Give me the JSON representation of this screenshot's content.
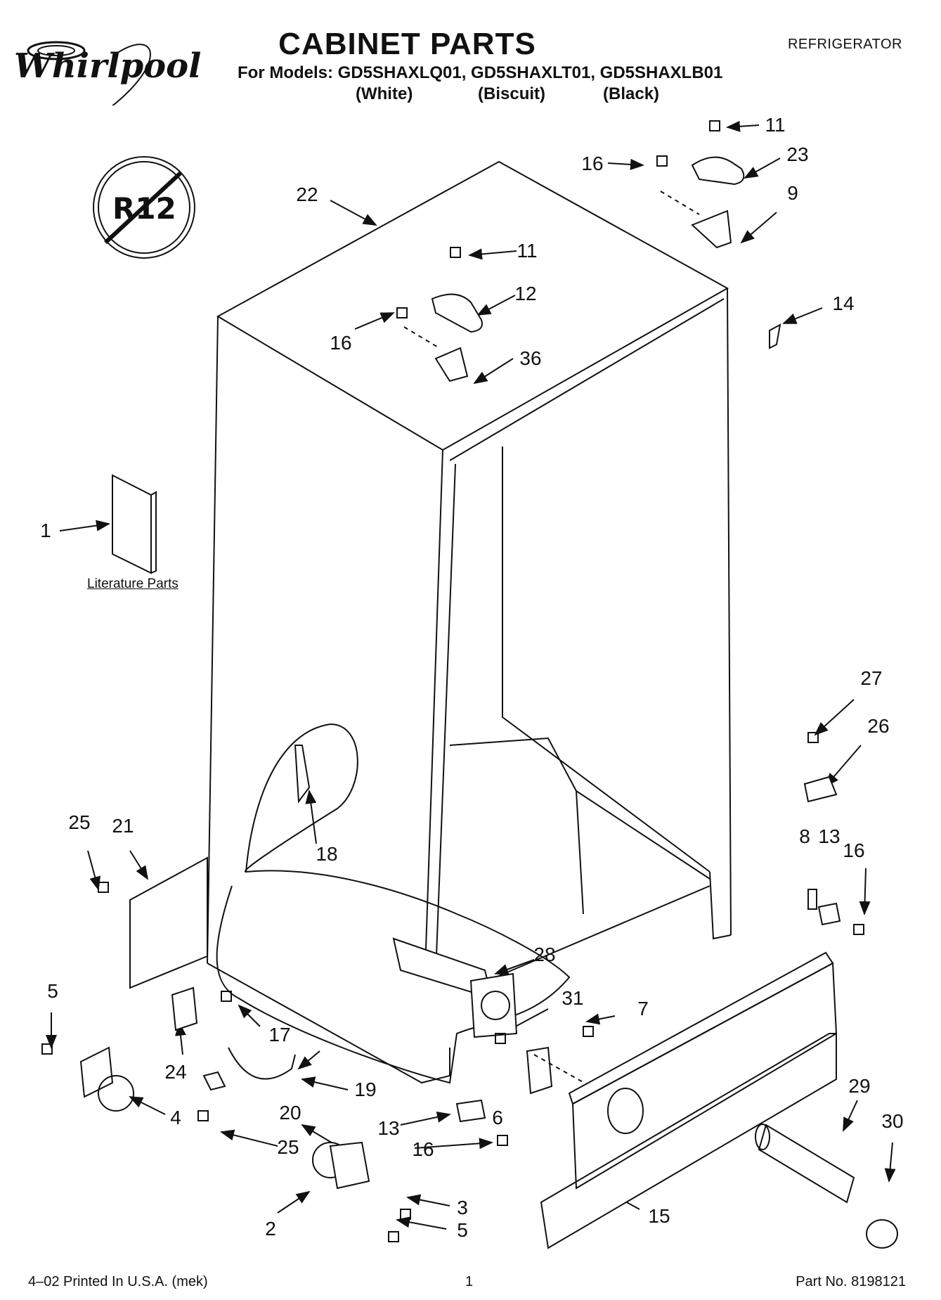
{
  "header": {
    "brand": "Whirlpool",
    "title": "CABINET PARTS",
    "category": "REFRIGERATOR",
    "models_line": "For Models: GD5SHAXLQ01, GD5SHAXLT01, GD5SHAXLB01",
    "variants": [
      "(White)",
      "(Biscuit)",
      "(Black)"
    ]
  },
  "badge": {
    "text": "R12"
  },
  "literature_label": "Literature Parts",
  "callouts": {
    "c1": "1",
    "c2": "2",
    "c3": "3",
    "c4": "4",
    "c5a": "5",
    "c5b": "5",
    "c6": "6",
    "c7": "7",
    "c8": "8",
    "c9": "9",
    "c11a": "11",
    "c11b": "11",
    "c12": "12",
    "c13a": "13",
    "c13b": "13",
    "c14": "14",
    "c15": "15",
    "c16a": "16",
    "c16b": "16",
    "c16c": "16",
    "c16d": "16",
    "c17": "17",
    "c18": "18",
    "c19": "19",
    "c20": "20",
    "c21": "21",
    "c22": "22",
    "c23": "23",
    "c24": "24",
    "c25a": "25",
    "c25b": "25",
    "c26": "26",
    "c27": "27",
    "c28": "28",
    "c29": "29",
    "c30": "30",
    "c31": "31",
    "c36": "36"
  },
  "footer": {
    "left": "4–02 Printed In U.S.A. (mek)",
    "page": "1",
    "part": "Part No. 8198121"
  }
}
